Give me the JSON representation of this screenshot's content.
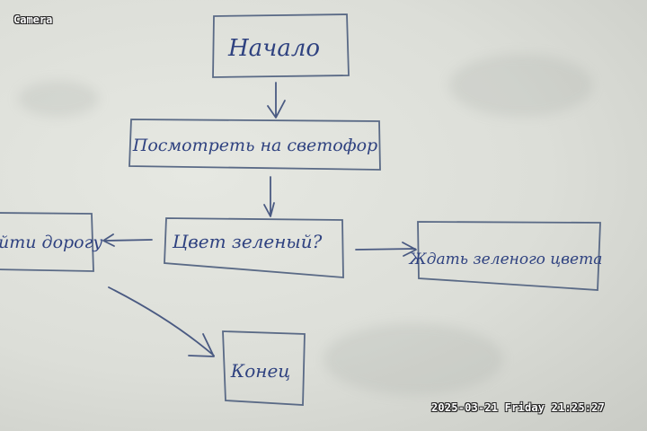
{
  "overlay": {
    "camera_label": "Camera",
    "timestamp": "2025-03-21 Friday 21:25:27"
  },
  "flowchart": {
    "start": "Начало",
    "look": "Посмотреть на светофор",
    "decision": "Цвет зеленый?",
    "cross": "йти дорогу",
    "wait": "Ждать зеленого цвета",
    "end": "Конец"
  }
}
